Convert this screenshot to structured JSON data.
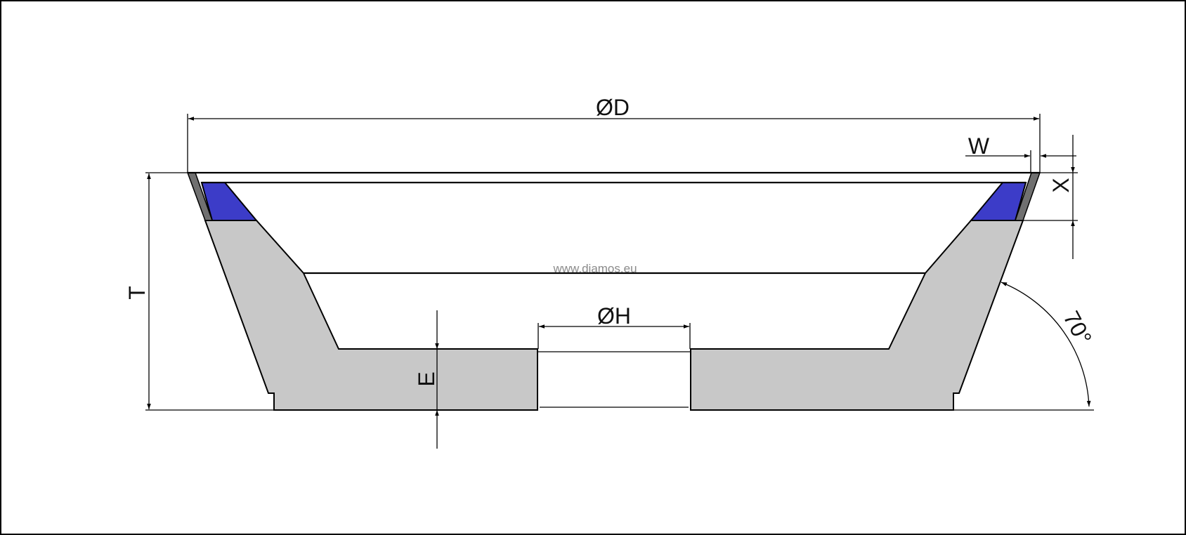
{
  "drawing": {
    "title": "Diamond cup grinding wheel cross-section",
    "watermark": "www.diamos.eu",
    "dimensions": {
      "outer_diameter": "ØD",
      "bore_diameter": "ØH",
      "total_height": "T",
      "base_thickness": "E",
      "rim_width": "W",
      "abrasive_depth": "X",
      "wall_angle": "70°"
    },
    "colors": {
      "body": "#c8c8c8",
      "abrasive_layer": "#3c3cc8",
      "coating_strip": "#707070"
    }
  }
}
